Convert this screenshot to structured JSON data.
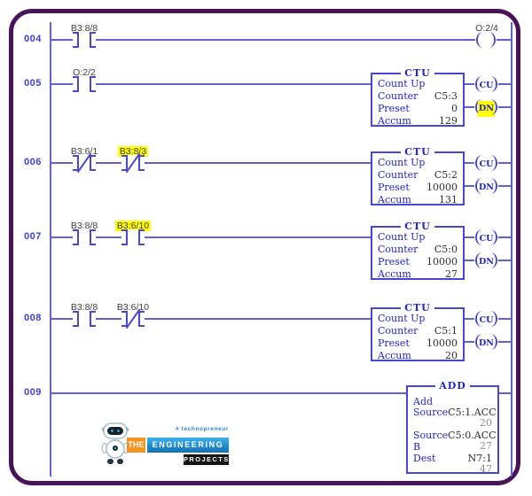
{
  "rungs": [
    {
      "number": "004",
      "contacts": [
        {
          "label": "B3:8/8",
          "type": "NO",
          "highlighted": false
        }
      ],
      "output_coil": {
        "label": "O:2/4"
      }
    },
    {
      "number": "005",
      "contacts": [
        {
          "label": "O:2/2",
          "type": "NO",
          "highlighted": false
        }
      ],
      "block": {
        "title": "CTU",
        "desc": "Count Up",
        "rows": [
          {
            "label": "Counter",
            "value": "C5:3"
          },
          {
            "label": "Preset",
            "value": "0"
          },
          {
            "label": "Accum",
            "value": "129"
          }
        ],
        "coils": [
          {
            "label": "CU",
            "highlighted": false
          },
          {
            "label": "DN",
            "highlighted": true
          }
        ]
      }
    },
    {
      "number": "006",
      "contacts": [
        {
          "label": "B3:6/1",
          "type": "NC",
          "highlighted": false
        },
        {
          "label": "B3:8/3",
          "type": "NC",
          "highlighted": true
        }
      ],
      "block": {
        "title": "CTU",
        "desc": "Count Up",
        "rows": [
          {
            "label": "Counter",
            "value": "C5:2"
          },
          {
            "label": "Preset",
            "value": "10000"
          },
          {
            "label": "Accum",
            "value": "131"
          }
        ],
        "coils": [
          {
            "label": "CU",
            "highlighted": false
          },
          {
            "label": "DN",
            "highlighted": false
          }
        ]
      }
    },
    {
      "number": "007",
      "contacts": [
        {
          "label": "B3:8/8",
          "type": "NO",
          "highlighted": false
        },
        {
          "label": "B3:6/10",
          "type": "NO",
          "highlighted": true
        }
      ],
      "block": {
        "title": "CTU",
        "desc": "Count Up",
        "rows": [
          {
            "label": "Counter",
            "value": "C5:0"
          },
          {
            "label": "Preset",
            "value": "10000"
          },
          {
            "label": "Accum",
            "value": "27"
          }
        ],
        "coils": [
          {
            "label": "CU",
            "highlighted": false
          },
          {
            "label": "DN",
            "highlighted": false
          }
        ]
      }
    },
    {
      "number": "008",
      "contacts": [
        {
          "label": "B3:8/8",
          "type": "NO",
          "highlighted": false
        },
        {
          "label": "B3:6/10",
          "type": "NC",
          "highlighted": false
        }
      ],
      "block": {
        "title": "CTU",
        "desc": "Count Up",
        "rows": [
          {
            "label": "Counter",
            "value": "C5:1"
          },
          {
            "label": "Preset",
            "value": "10000"
          },
          {
            "label": "Accum",
            "value": "20"
          }
        ],
        "coils": [
          {
            "label": "CU",
            "highlighted": false
          },
          {
            "label": "DN",
            "highlighted": false
          }
        ]
      }
    },
    {
      "number": "009",
      "block": {
        "title": "ADD",
        "desc": "Add",
        "rows": [
          {
            "label": "Source",
            "value": "C5:1.ACC",
            "sub": "20"
          },
          {
            "label": "Source B",
            "value": "C5:0.ACC",
            "sub": "27"
          },
          {
            "label": "Dest",
            "value": "N7:1",
            "sub": "47"
          }
        ]
      }
    }
  ],
  "logo": {
    "tagline": "# technopreneur",
    "word_the": "THE",
    "word_engineering": "ENGINEERING",
    "word_projects": "PROJECTS"
  },
  "colors": {
    "wire": "#6161d1",
    "symbol": "#4747cf",
    "block_text": "#2323cb",
    "value_text": "#2e2e2e",
    "label_text": "#3d3d3d",
    "sub_value": "#8e8e8e",
    "frame": "#491457",
    "highlight": "#ffff00",
    "logo_orange": "#f6921e",
    "logo_blue": "#1e87cf",
    "logo_dark": "#151515"
  }
}
